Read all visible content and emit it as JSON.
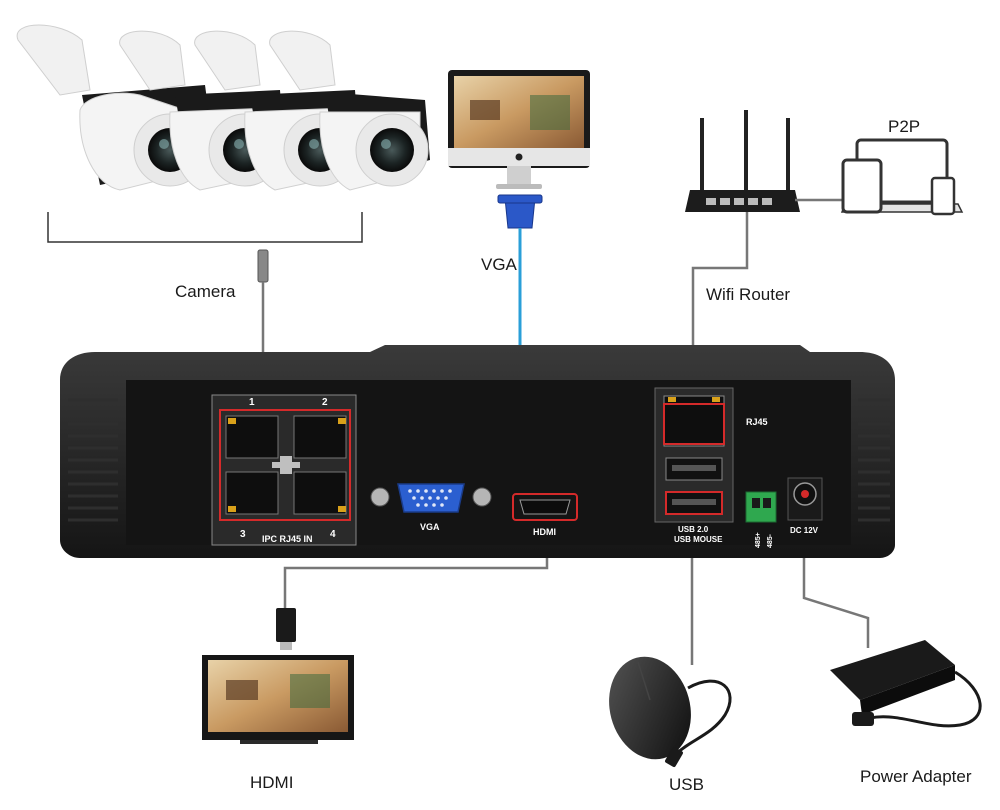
{
  "labels": {
    "camera": "Camera",
    "vga": "VGA",
    "wifi_router": "Wifi Router",
    "p2p": "P2P",
    "hdmi": "HDMI",
    "usb": "USB",
    "power_adapter": "Power Adapter"
  },
  "nvr_panel": {
    "port_numbers": [
      "1",
      "2",
      "3",
      "4"
    ],
    "ipc_rj45_in": "IPC RJ45  IN",
    "vga": "VGA",
    "hdmi": "HDMI",
    "rj45": "RJ45",
    "usb_20": "USB 2.0",
    "usb_mouse": "USB MOUSE",
    "rs485_plus": "485+",
    "rs485_minus": "485-",
    "dc_12v": "DC 12V"
  },
  "colors": {
    "vga_cable": "#2a9fd8",
    "device_body": "#1c1c1c",
    "port_highlight": "#d42a2a",
    "cable_gray": "#777777",
    "terminal_green": "#2fa84f"
  }
}
